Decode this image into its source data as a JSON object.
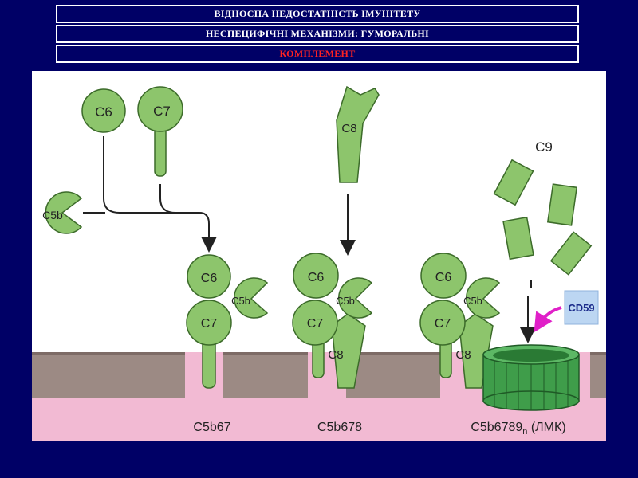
{
  "header": {
    "line1": "ВІДНОСНА  НЕДОСТАТНІСТЬ  ІМУНІТЕТУ",
    "line2": "НЕСПЕЦИФІЧНІ  МЕХАНІЗМИ:  ГУМОРАЛЬНІ",
    "line3": "КОМПЛЕМЕНТ"
  },
  "diagram": {
    "free": {
      "c6": "C6",
      "c7": "C7",
      "c8": "C8",
      "c9": "C9",
      "c5b": "C5b"
    },
    "complex1": {
      "c6": "C6",
      "c5b": "C5b",
      "c7": "C7",
      "label": "C5b67"
    },
    "complex2": {
      "c6": "C6",
      "c5b": "C5b",
      "c7": "C7",
      "c8": "C8",
      "label": "C5b678"
    },
    "complex3": {
      "c6": "C6",
      "c5b": "C5b",
      "c7": "C7",
      "c8": "C8",
      "label": "C5b6789",
      "label_sub": "n",
      "label_suffix": " (ЛМК)"
    },
    "cd59": "CD59"
  },
  "colors": {
    "background": "#000066",
    "protein": "#8dc56c",
    "protein_stroke": "#3c6b2a",
    "membrane_top": "#9c8a84",
    "membrane_bottom": "#f2bad3",
    "pore": "#3f9d4a",
    "cd59_box": "#bcd6f2",
    "cd59_arrow": "#e020c8",
    "title_accent": "#ff2222"
  }
}
